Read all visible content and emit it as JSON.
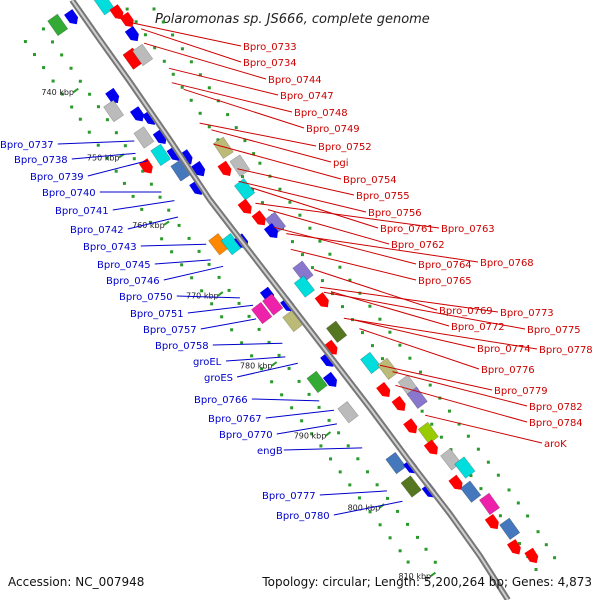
{
  "title": "Polaromonas sp. JS666, complete genome",
  "footer": {
    "accession": "Accession: NC_007948",
    "summary": "Topology: circular; Length: 5,200,264 bp; Genes: 4,873"
  },
  "colors": {
    "forward_label": "#cc0000",
    "reverse_label": "#0000cc",
    "backbone": "#999999",
    "tick": "#22aa22"
  },
  "ticks": [
    "740 kbp",
    "750 kbp",
    "760 kbp",
    "770 kbp",
    "780 kbp",
    "790 kbp",
    "800 kbp",
    "810 kbp"
  ],
  "genes_forward": [
    "Bpro_0733",
    "Bpro_0734",
    "Bpro_0744",
    "Bpro_0747",
    "Bpro_0748",
    "Bpro_0749",
    "Bpro_0752",
    "pgi",
    "Bpro_0754",
    "Bpro_0755",
    "Bpro_0756",
    "Bpro_0761",
    "Bpro_0763",
    "Bpro_0762",
    "Bpro_0764",
    "Bpro_0768",
    "Bpro_0765",
    "Bpro_0769",
    "Bpro_0773",
    "Bpro_0772",
    "Bpro_0775",
    "Bpro_0774",
    "Bpro_0778",
    "Bpro_0776",
    "Bpro_0779",
    "Bpro_0782",
    "Bpro_0784",
    "aroK"
  ],
  "genes_reverse": [
    "Bpro_0737",
    "Bpro_0738",
    "Bpro_0739",
    "Bpro_0740",
    "Bpro_0741",
    "Bpro_0742",
    "Bpro_0743",
    "Bpro_0745",
    "Bpro_0746",
    "Bpro_0750",
    "Bpro_0751",
    "Bpro_0757",
    "Bpro_0758",
    "groEL",
    "groES",
    "Bpro_0766",
    "Bpro_0767",
    "Bpro_0770",
    "engB",
    "Bpro_0777",
    "Bpro_0780"
  ]
}
